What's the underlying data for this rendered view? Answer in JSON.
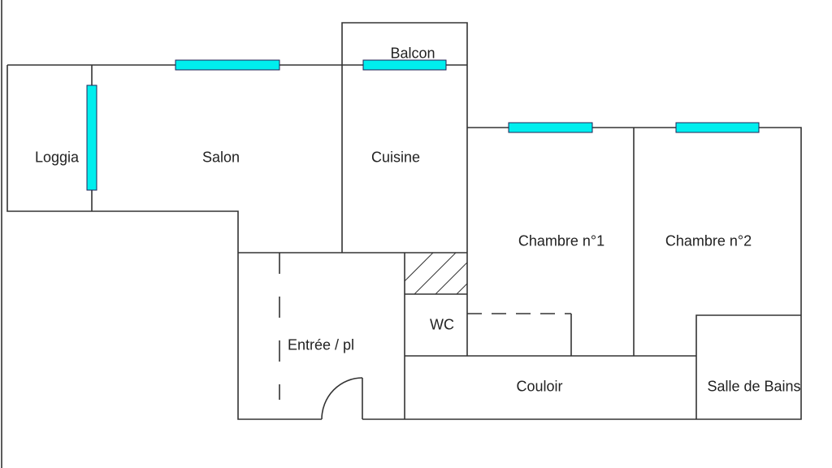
{
  "title": "Floor plan",
  "rooms": {
    "loggia": "Loggia",
    "salon": "Salon",
    "balcon": "Balcon",
    "cuisine": "Cuisine",
    "chambre1": "Chambre n°1",
    "chambre2": "Chambre n°2",
    "wc": "WC",
    "entree": "Entrée / pl",
    "couloir": "Couloir",
    "salle_de_bains": "Salle de Bains"
  },
  "colors": {
    "wall": "#333333",
    "window": "#00EEEE"
  }
}
